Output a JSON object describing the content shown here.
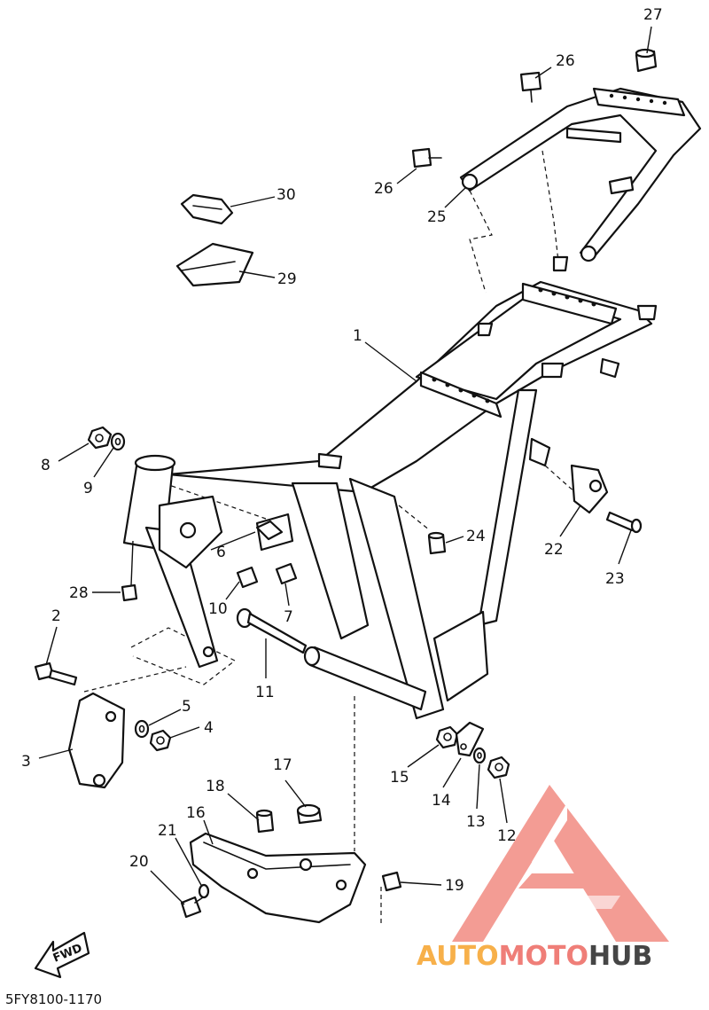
{
  "diagram": {
    "code": "5FY8100-1170",
    "fwd_label": "FWD",
    "callouts": [
      {
        "id": "c1",
        "text": "1"
      },
      {
        "id": "c2",
        "text": "2"
      },
      {
        "id": "c3",
        "text": "3"
      },
      {
        "id": "c4",
        "text": "4"
      },
      {
        "id": "c5",
        "text": "5"
      },
      {
        "id": "c6",
        "text": "6"
      },
      {
        "id": "c7",
        "text": "7"
      },
      {
        "id": "c8",
        "text": "8"
      },
      {
        "id": "c9",
        "text": "9"
      },
      {
        "id": "c10",
        "text": "10"
      },
      {
        "id": "c11",
        "text": "11"
      },
      {
        "id": "c12",
        "text": "12"
      },
      {
        "id": "c13",
        "text": "13"
      },
      {
        "id": "c14",
        "text": "14"
      },
      {
        "id": "c15",
        "text": "15"
      },
      {
        "id": "c16",
        "text": "16"
      },
      {
        "id": "c17",
        "text": "17"
      },
      {
        "id": "c18",
        "text": "18"
      },
      {
        "id": "c19",
        "text": "19"
      },
      {
        "id": "c20",
        "text": "20"
      },
      {
        "id": "c21",
        "text": "21"
      },
      {
        "id": "c22",
        "text": "22"
      },
      {
        "id": "c23",
        "text": "23"
      },
      {
        "id": "c24",
        "text": "24"
      },
      {
        "id": "c25",
        "text": "25"
      },
      {
        "id": "c26a",
        "text": "26"
      },
      {
        "id": "c26b",
        "text": "26"
      },
      {
        "id": "c27",
        "text": "27"
      },
      {
        "id": "c28",
        "text": "28"
      },
      {
        "id": "c29",
        "text": "29"
      },
      {
        "id": "c30",
        "text": "30"
      }
    ]
  },
  "watermark": {
    "part1": "AUTO",
    "part2": "MOTO",
    "part3": "HUB",
    "color_auto": "#f7b04a",
    "color_moto": "#ef7e78",
    "color_hub": "#454545",
    "logo_color": "#f28b82"
  }
}
